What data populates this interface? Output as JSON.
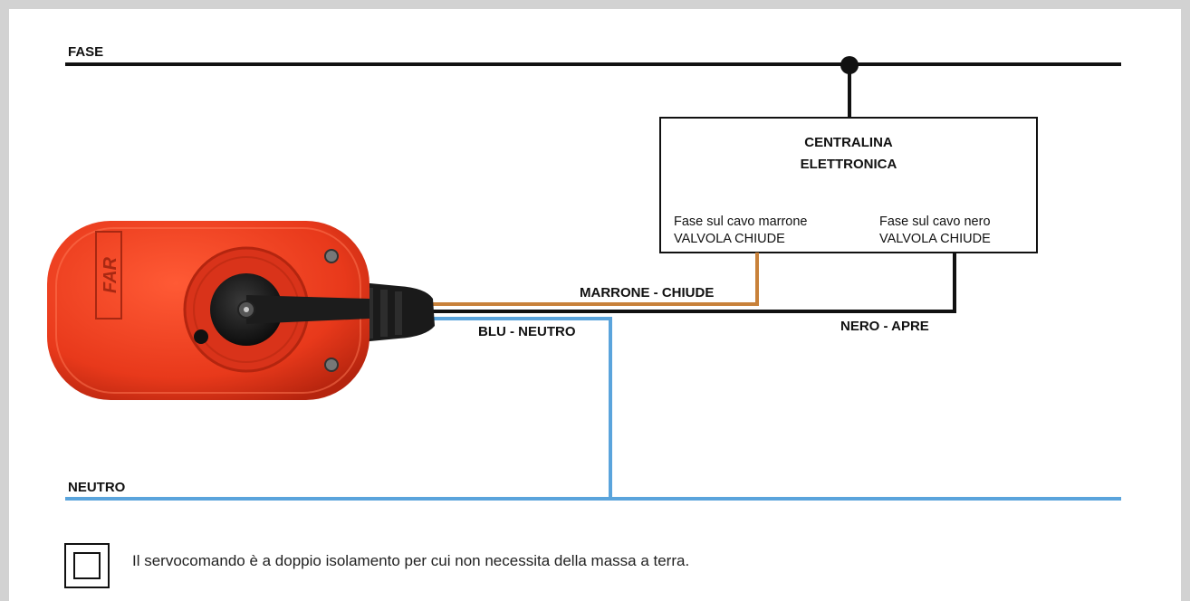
{
  "labels": {
    "fase": "FASE",
    "neutro": "NEUTRO",
    "control_unit_line1": "CENTRALINA",
    "control_unit_line2": "ELETTRONICA",
    "left_caption_line1": "Fase sul cavo marrone",
    "left_caption_line2": "VALVOLA CHIUDE",
    "right_caption_line1": "Fase sul cavo nero",
    "right_caption_line2": "VALVOLA CHIUDE",
    "wire_brown": "MARRONE - CHIUDE",
    "wire_blue": "BLU - NEUTRO",
    "wire_black": "NERO - APRE"
  },
  "actuator_logo": "FAR",
  "note": "Il servocomando è a doppio isolamento per cui non necessita della massa a terra.",
  "colors": {
    "phase_wire": "#111111",
    "neutral_wire": "#5aa4dc",
    "brown_wire": "#c8813a",
    "actuator_body": "#e8391b",
    "frame": "#d2d2d2"
  }
}
